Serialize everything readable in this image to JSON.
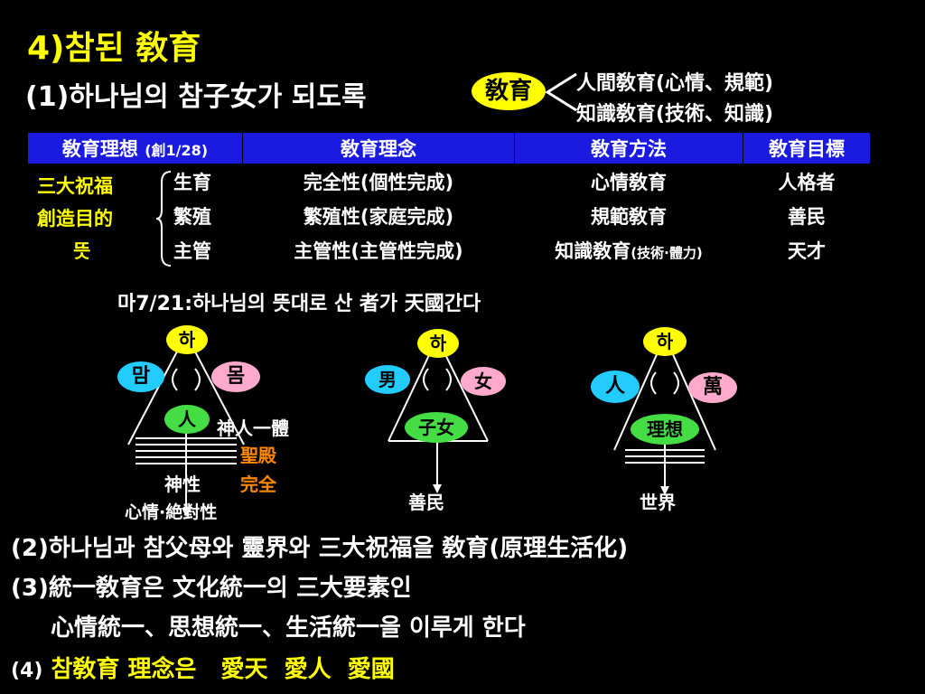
{
  "title": "4)참된 敎育",
  "intro": {
    "line": "(1)하나님의 참子女가 되도록",
    "badge": "敎育",
    "branch_1": "人間敎育(心情、規範)",
    "branch_2": "知識敎育(技術、知識)"
  },
  "table": {
    "header": [
      "敎育理想",
      "(創1/28)",
      "敎育理念",
      "敎育方法",
      "敎育目標"
    ],
    "left_block": [
      "三大祝福",
      "創造目的",
      "뜻"
    ],
    "rows": [
      {
        "sub": "生育",
        "idea": "完全性(個性完成)",
        "method": "心情敎育",
        "goal": "人格者"
      },
      {
        "sub": "繁殖",
        "idea": "繁殖性(家庭完成)",
        "method": "規範敎育",
        "goal": "善民"
      },
      {
        "sub": "主管",
        "idea": "主管性(主管性完成)",
        "method": "知識敎育",
        "method_note": "(技術·體力)",
        "goal": "天才"
      }
    ]
  },
  "verse": "마7/21:하나님의 뜻대로 산 者가 天國간다",
  "diagrams": [
    {
      "top": "하",
      "left": "맘",
      "right": "몸",
      "center": "人",
      "side_label": "神人一體",
      "side_a": "聖殿",
      "side_b": "完全",
      "bottom_1": "神性",
      "bottom_2": "心情·絶對性"
    },
    {
      "top": "하",
      "left": "男",
      "right": "女",
      "center": "子女",
      "bottom_1": "善民"
    },
    {
      "top": "하",
      "left": "人",
      "right": "萬",
      "center": "理想",
      "bottom_1": "世界"
    }
  ],
  "bottom_lines": {
    "l2": "(2)하나님과 참父母와 靈界와 三大祝福을 敎育(原理生活化)",
    "l3": "(3)統一敎育은 文化統一의 三大要素인",
    "l3b": "心情統一、思想統一、生活統一을 이루게 한다",
    "l4_prefix": "(4)",
    "l4": "참敎育 理念은   愛天  愛人  愛國"
  },
  "colors": {
    "accent": "#ffff00",
    "header_bg": "#1a1ae0",
    "orange": "#ff8800",
    "green": "#44dd44",
    "blue": "#22ccff",
    "pink": "#ffaacc"
  }
}
